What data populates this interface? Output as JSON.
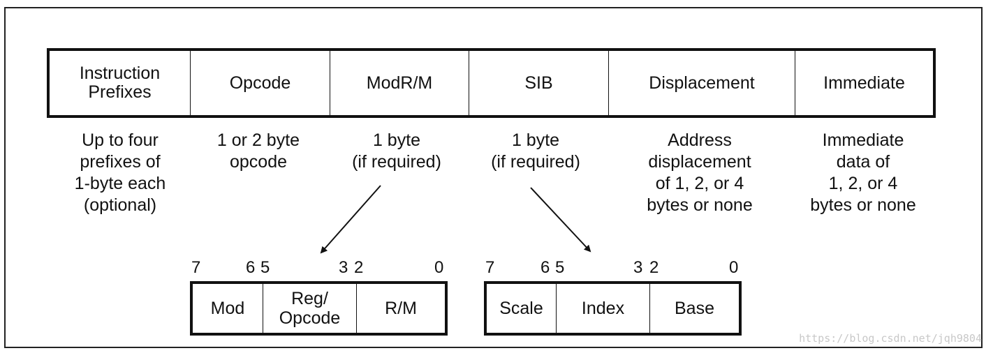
{
  "fields": [
    {
      "label": "Instruction\nPrefixes",
      "desc": "Up to four\nprefixes of\n1-byte each\n(optional)"
    },
    {
      "label": "Opcode",
      "desc": "1 or 2 byte\nopcode"
    },
    {
      "label": "ModR/M",
      "desc": "1 byte\n(if required)"
    },
    {
      "label": "SIB",
      "desc": "1 byte\n(if required)"
    },
    {
      "label": "Displacement",
      "desc": "Address\ndisplacement\nof 1, 2, or 4\nbytes or none"
    },
    {
      "label": "Immediate",
      "desc": "Immediate\ndata of\n1, 2, or 4\nbytes or none"
    }
  ],
  "modrm": {
    "bits": [
      "7",
      "6",
      "5",
      "3",
      "2",
      "0"
    ],
    "cells": [
      "Mod",
      "Reg/\nOpcode",
      "R/M"
    ]
  },
  "sib": {
    "bits": [
      "7",
      "6",
      "5",
      "3",
      "2",
      "0"
    ],
    "cells": [
      "Scale",
      "Index",
      "Base"
    ]
  },
  "watermark": "https://blog.csdn.net/jqh9804"
}
